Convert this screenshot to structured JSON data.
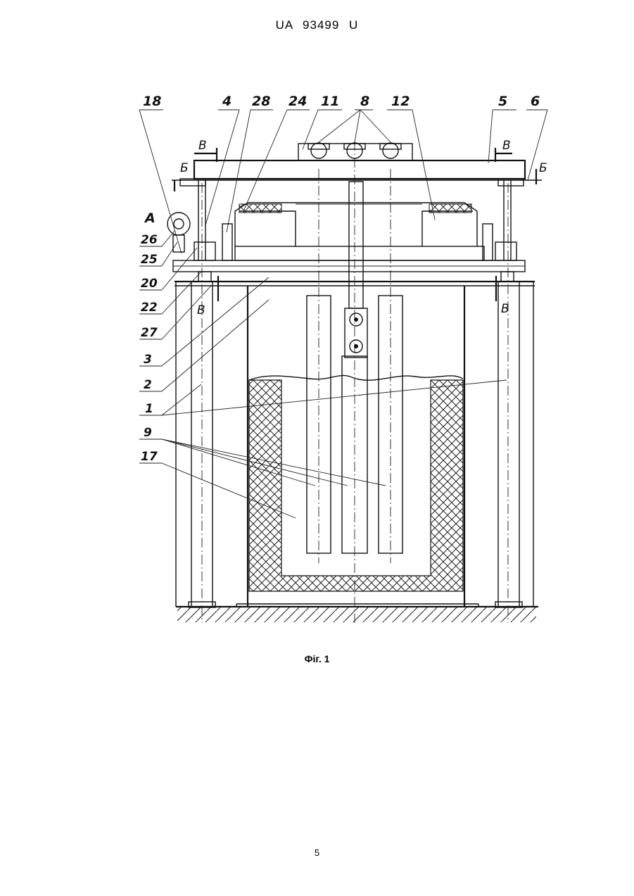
{
  "header": {
    "text": "UA   93499   U"
  },
  "figure": {
    "caption": "Фіг. 1",
    "labels": {
      "l18": "18",
      "l4": "4",
      "l28": "28",
      "l24": "24",
      "l11": "11",
      "l8": "8",
      "l12": "12",
      "l5": "5",
      "l6": "6",
      "lA": "A",
      "l26": "26",
      "l25": "25",
      "l20": "20",
      "l22": "22",
      "l27": "27",
      "l3": "3",
      "l2": "2",
      "l1": "1",
      "l9": "9",
      "l17": "17",
      "bTopL": "В",
      "bTopR": "В",
      "bBotL": "В",
      "bBotR": "В",
      "bbL": "Б",
      "bbR": "Б"
    }
  },
  "page": {
    "number": "5"
  }
}
